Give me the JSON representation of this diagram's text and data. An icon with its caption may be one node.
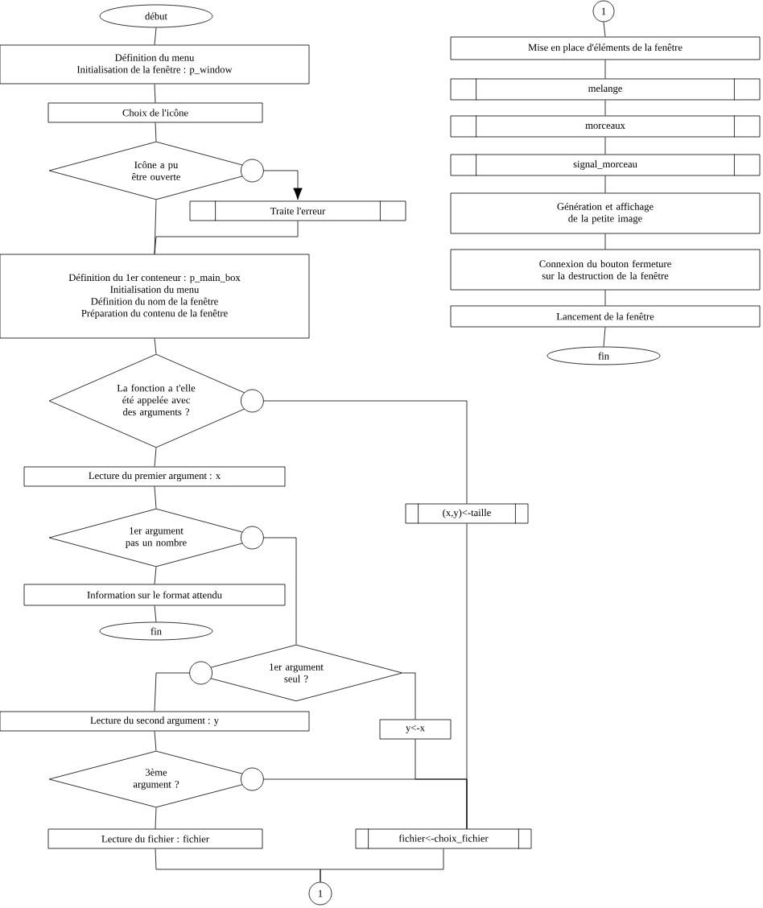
{
  "diagram": {
    "nodes": [
      {
        "text": [
          "début"
        ]
      },
      {
        "text": [
          "Définition du menu",
          "Initialisation de la fenêtre : p_window"
        ]
      },
      {
        "text": [
          "Choix de l'icône"
        ]
      },
      {
        "text": [
          "Icône a pu être ouverte"
        ]
      },
      {
        "text": [
          "Traite l'erreur"
        ]
      },
      {
        "text": [
          "Définition du 1er conteneur : p_main_box",
          "Initialisation du menu",
          "Définition du nom de la fenêtre",
          "Préparation du contenu de la fenêtre"
        ]
      },
      {
        "text": [
          "La fonction a t'elle été appelée avec des arguments ?"
        ]
      },
      {
        "text": [
          "Lecture du premier argument : x"
        ]
      },
      {
        "text": [
          "1er argument pas un nombre"
        ]
      },
      {
        "text": [
          "Information sur le format attendu"
        ]
      },
      {
        "text": [
          "fin"
        ]
      },
      {
        "text": [
          "1er argument seul ?"
        ]
      },
      {
        "text": [
          "Lecture du second argument : y"
        ]
      },
      {
        "text": [
          "y<-x"
        ]
      },
      {
        "text": [
          "3ème argument ?"
        ]
      },
      {
        "text": [
          "Lecture du fichier : fichier"
        ]
      },
      {
        "text": [
          "fichier<-choix_fichier"
        ]
      },
      {
        "text": [
          "1"
        ]
      },
      {
        "text": [
          "(x,y)<-taille"
        ]
      },
      {
        "text": [
          "1"
        ]
      },
      {
        "text": [
          "Mise en place d'éléments de la fenêtre"
        ]
      },
      {
        "text": [
          "melange"
        ]
      },
      {
        "text": [
          "morceaux"
        ]
      },
      {
        "text": [
          "signal_morceau"
        ]
      },
      {
        "text": [
          "Génération et affichage de la petite image"
        ]
      },
      {
        "text": [
          "Connexion du bouton fermeture sur la destruction de la fenêtre"
        ]
      },
      {
        "text": [
          "Lancement de la fenêtre"
        ]
      },
      {
        "text": [
          "fin"
        ]
      }
    ],
    "edges": [
      {
        "from": 0,
        "to": 1,
        "arrow": "none"
      },
      {
        "from": 1,
        "to": 2,
        "arrow": "none"
      },
      {
        "from": 2,
        "to": 3,
        "arrow": "none"
      },
      {
        "from": 3,
        "to": 4,
        "arrow": "to"
      },
      {
        "from": 3,
        "to": 5,
        "arrow": "none"
      },
      {
        "from": 4,
        "to": 5,
        "arrow": "none"
      },
      {
        "from": 5,
        "to": 6,
        "arrow": "none"
      },
      {
        "from": 6,
        "to": 7,
        "arrow": "none"
      },
      {
        "from": 6,
        "to": 18,
        "arrow": "none"
      },
      {
        "from": 7,
        "to": 8,
        "arrow": "none"
      },
      {
        "from": 8,
        "to": 9,
        "arrow": "none"
      },
      {
        "from": 9,
        "to": 10,
        "arrow": "none"
      },
      {
        "from": 8,
        "to": 11,
        "arrow": "none"
      },
      {
        "from": 11,
        "to": 12,
        "arrow": "none"
      },
      {
        "from": 11,
        "to": 13,
        "arrow": "none"
      },
      {
        "from": 12,
        "to": 14,
        "arrow": "none"
      },
      {
        "from": 13,
        "to": 16,
        "arrow": "none"
      },
      {
        "from": 14,
        "to": 15,
        "arrow": "none"
      },
      {
        "from": 14,
        "to": 16,
        "arrow": "none"
      },
      {
        "from": 18,
        "to": 16,
        "arrow": "none"
      },
      {
        "from": 15,
        "to": 17,
        "arrow": "none"
      },
      {
        "from": 16,
        "to": 17,
        "arrow": "none"
      },
      {
        "from": 19,
        "to": 20,
        "arrow": "none"
      },
      {
        "from": 20,
        "to": 21,
        "arrow": "none"
      },
      {
        "from": 21,
        "to": 22,
        "arrow": "none"
      },
      {
        "from": 22,
        "to": 23,
        "arrow": "none"
      },
      {
        "from": 23,
        "to": 24,
        "arrow": "none"
      },
      {
        "from": 24,
        "to": 25,
        "arrow": "none"
      },
      {
        "from": 25,
        "to": 26,
        "arrow": "none"
      },
      {
        "from": 26,
        "to": 27,
        "arrow": "none"
      }
    ]
  }
}
